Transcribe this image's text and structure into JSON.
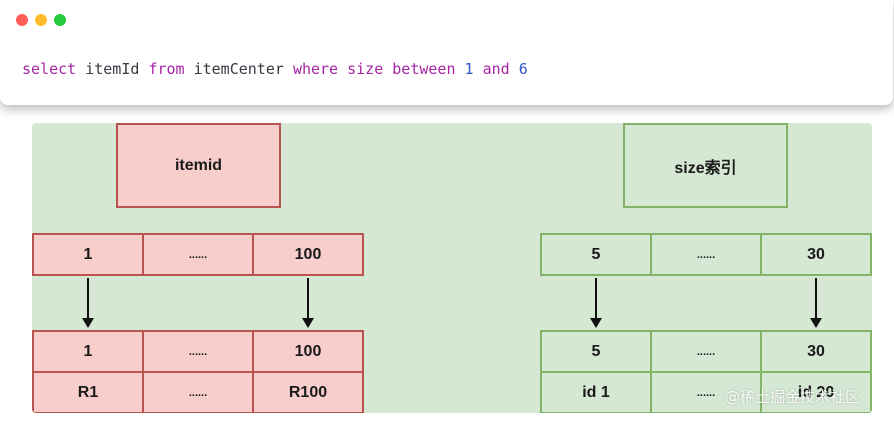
{
  "window_controls": [
    "close",
    "minimize",
    "maximize"
  ],
  "code": {
    "tokens": [
      {
        "text": "select",
        "kind": "kw"
      },
      {
        "text": "itemId",
        "kind": "id"
      },
      {
        "text": "from",
        "kind": "kw"
      },
      {
        "text": "itemCenter",
        "kind": "id"
      },
      {
        "text": "where",
        "kind": "kw"
      },
      {
        "text": "size",
        "kind": "kw"
      },
      {
        "text": "between",
        "kind": "kw"
      },
      {
        "text": "1",
        "kind": "num"
      },
      {
        "text": "and",
        "kind": "kw"
      },
      {
        "text": "6",
        "kind": "num"
      }
    ]
  },
  "diagram": {
    "left_tree": {
      "root_label": "itemid",
      "level1": [
        "1",
        "......",
        "100"
      ],
      "leaf_keys": [
        "1",
        "......",
        "100"
      ],
      "leaf_rows": [
        "R1",
        "......",
        "R100"
      ]
    },
    "right_tree": {
      "root_label": "size索引",
      "level1": [
        "5",
        "......",
        "30"
      ],
      "leaf_keys": [
        "5",
        "......",
        "30"
      ],
      "leaf_ids": [
        "id 1",
        "......",
        "id 20"
      ]
    }
  },
  "watermark": "@稀土掘金技术社区",
  "colors": {
    "diagram_bg": "#d6e8d4",
    "red_fill": "#f8cecc",
    "red_border": "#b85450",
    "green_fill": "#d5e8d4",
    "green_border": "#82b366",
    "keyword": "#a626a4",
    "number": "#2f55c9"
  }
}
